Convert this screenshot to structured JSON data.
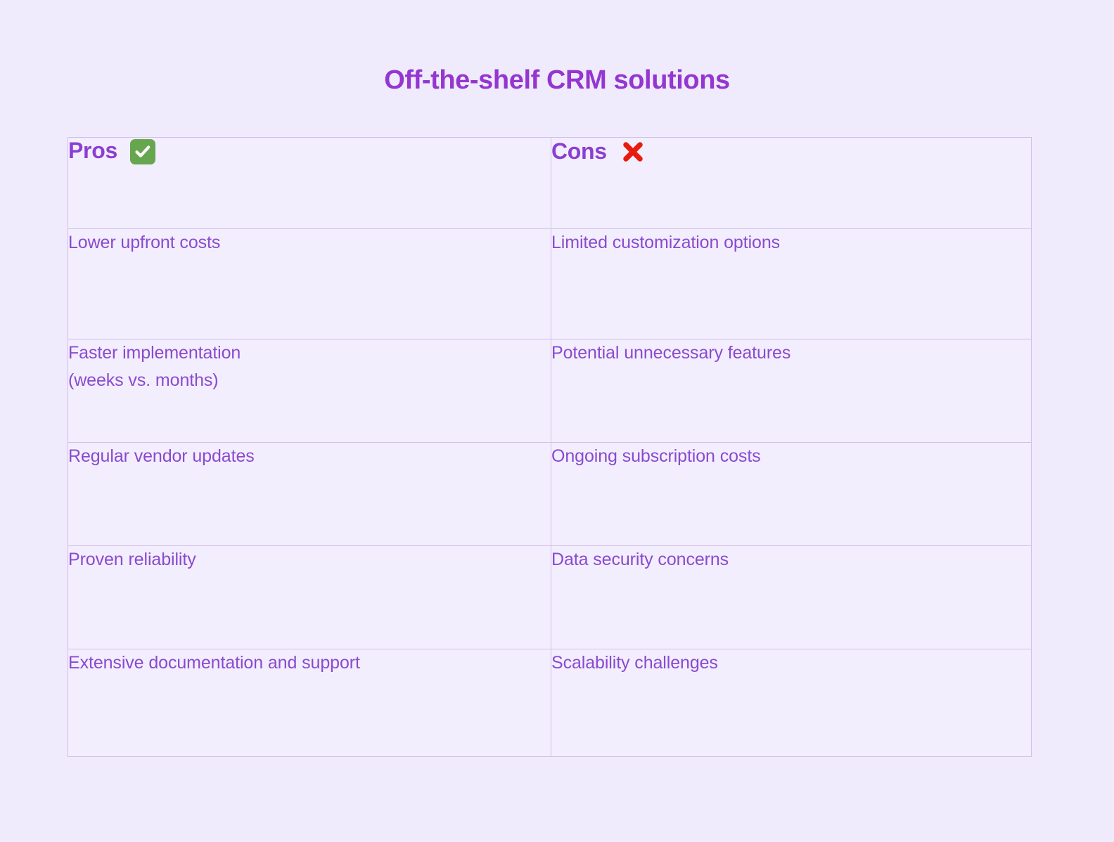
{
  "page": {
    "title": "Off-the-shelf CRM solutions",
    "background_color": "#efebfc",
    "accent_color": "#9436cf"
  },
  "table": {
    "border_color": "#d3bfe8",
    "cell_background": "#f2eefd",
    "headers": [
      {
        "label": "Pros",
        "icon": "check-mark-button-icon",
        "icon_color": "#66a64f"
      },
      {
        "label": "Cons",
        "icon": "cross-mark-icon",
        "icon_color": "#e81c0e"
      }
    ],
    "rows": [
      {
        "pros": "Lower upfront costs",
        "cons": "Limited customization options"
      },
      {
        "pros": "Faster implementation\n(weeks vs. months)",
        "cons": "Potential unnecessary features"
      },
      {
        "pros": "Regular vendor updates",
        "cons": "Ongoing subscription costs"
      },
      {
        "pros": "Proven reliability",
        "cons": "Data security concerns"
      },
      {
        "pros": "Extensive documentation and support",
        "cons": "Scalability challenges"
      }
    ]
  }
}
